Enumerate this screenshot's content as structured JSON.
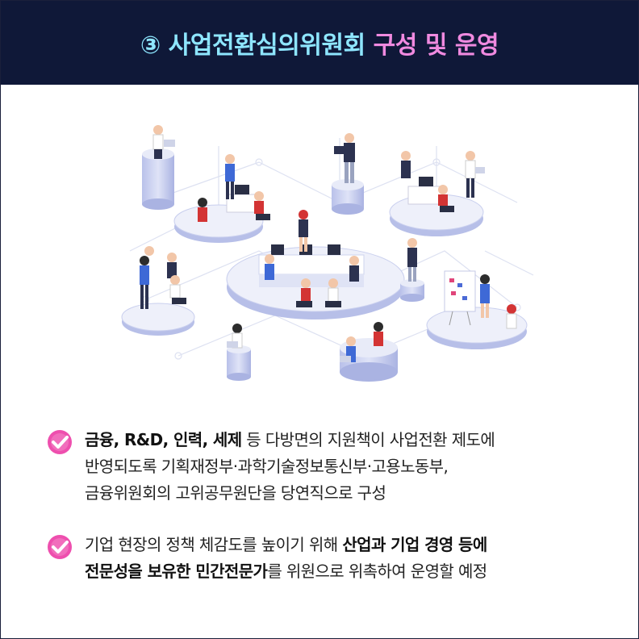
{
  "header": {
    "title_main": "③ 사업전환심의위원회",
    "title_accent": "구성 및 운영"
  },
  "bullets": [
    {
      "line1_bold": "금융, R&D, 인력, 세제",
      "line1_rest": " 등 다방면의 지원책이 사업전환 제도에",
      "line2": "반영되도록 기획재정부·과학기술정보통신부·고용노동부,",
      "line3": "금융위원회의 고위공무원단을 당연직으로 구성"
    },
    {
      "line1_plain": "기업 현장의 정책 체감도를 높이기 위해 ",
      "line1_bold": "산업과 기업 경영 등에",
      "line2_bold": "전문성을 보유한 민간전문가",
      "line2_rest": "를 위원으로 위촉하여 운영할 예정"
    }
  ],
  "colors": {
    "header_bg": "#0f1838",
    "title_cyan": "#8ee6ff",
    "title_pink": "#f08ae0",
    "check_pink": "#ee4fae"
  },
  "icons": {
    "bullet": "check-circle-icon"
  }
}
